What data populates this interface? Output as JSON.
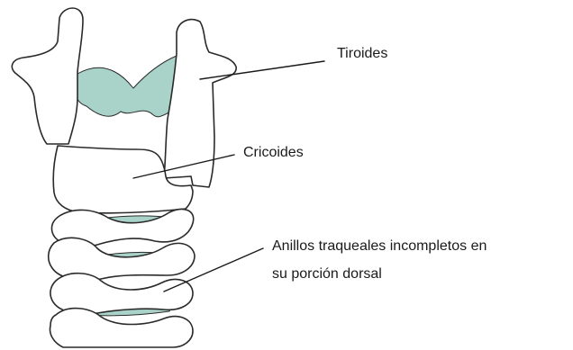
{
  "labels": {
    "thyroid": "Tiroides",
    "cricoid": "Cricoides",
    "rings_line1": "Anillos traqueales incompletos  en",
    "rings_line2": "su porción  dorsal"
  },
  "colors": {
    "cartilage_outline": "#2a2a2a",
    "cartilage_fill": "#ffffff",
    "membrane_fill": "#a9d3c9",
    "leader_line": "#1a1a1a"
  }
}
